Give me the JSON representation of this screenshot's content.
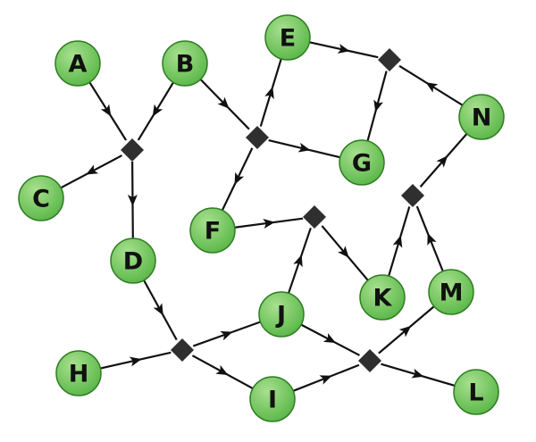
{
  "colors": {
    "node_fill_light": "#a8e08f",
    "node_fill_dark": "#5cb84a",
    "node_stroke": "#2e7d22",
    "edge": "#111111",
    "junction": "#2f2f2f"
  },
  "nodes": [
    {
      "id": "A",
      "label": "A"
    },
    {
      "id": "B",
      "label": "B"
    },
    {
      "id": "C",
      "label": "C"
    },
    {
      "id": "D",
      "label": "D"
    },
    {
      "id": "E",
      "label": "E"
    },
    {
      "id": "F",
      "label": "F"
    },
    {
      "id": "G",
      "label": "G"
    },
    {
      "id": "H",
      "label": "H"
    },
    {
      "id": "I",
      "label": "I"
    },
    {
      "id": "J",
      "label": "J"
    },
    {
      "id": "K",
      "label": "K"
    },
    {
      "id": "L",
      "label": "L"
    },
    {
      "id": "M",
      "label": "M"
    },
    {
      "id": "N",
      "label": "N"
    }
  ],
  "junctions": [
    "j1",
    "j2",
    "j3",
    "j4",
    "j5",
    "j6",
    "j7"
  ],
  "edges": [
    {
      "from": "A",
      "to": "j1"
    },
    {
      "from": "B",
      "to": "j1"
    },
    {
      "from": "j1",
      "to": "C"
    },
    {
      "from": "j1",
      "to": "D"
    },
    {
      "from": "B",
      "to": "j2"
    },
    {
      "from": "j2",
      "to": "E"
    },
    {
      "from": "j2",
      "to": "F"
    },
    {
      "from": "j2",
      "to": "G"
    },
    {
      "from": "E",
      "to": "j3"
    },
    {
      "from": "N",
      "to": "j3"
    },
    {
      "from": "j3",
      "to": "G"
    },
    {
      "from": "F",
      "to": "j4"
    },
    {
      "from": "J",
      "to": "j4"
    },
    {
      "from": "j4",
      "to": "K"
    },
    {
      "from": "K",
      "to": "j5"
    },
    {
      "from": "M",
      "to": "j5"
    },
    {
      "from": "j5",
      "to": "N"
    },
    {
      "from": "D",
      "to": "j6"
    },
    {
      "from": "H",
      "to": "j6"
    },
    {
      "from": "j6",
      "to": "J"
    },
    {
      "from": "j6",
      "to": "I"
    },
    {
      "from": "I",
      "to": "j7"
    },
    {
      "from": "J",
      "to": "j7"
    },
    {
      "from": "j7",
      "to": "M"
    },
    {
      "from": "j7",
      "to": "L"
    }
  ]
}
